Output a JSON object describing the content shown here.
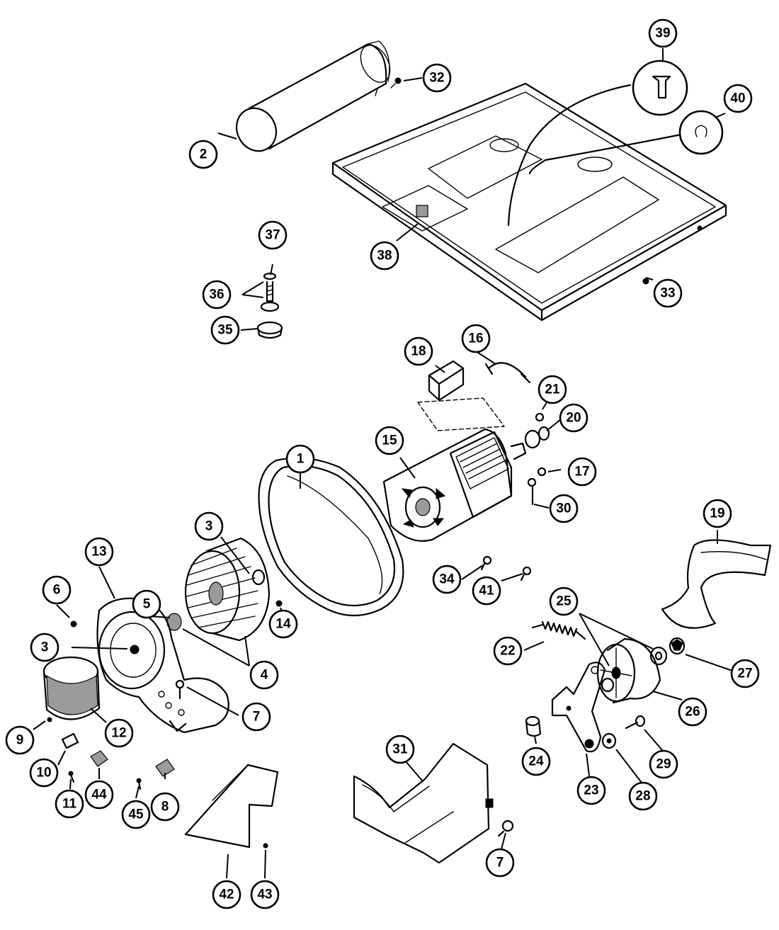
{
  "diagram": {
    "callouts": [
      {
        "label": "1"
      },
      {
        "label": "2"
      },
      {
        "label": "3"
      },
      {
        "label": "3"
      },
      {
        "label": "3"
      },
      {
        "label": "4"
      },
      {
        "label": "5"
      },
      {
        "label": "6"
      },
      {
        "label": "7"
      },
      {
        "label": "7"
      },
      {
        "label": "8"
      },
      {
        "label": "9"
      },
      {
        "label": "10"
      },
      {
        "label": "11"
      },
      {
        "label": "12"
      },
      {
        "label": "13"
      },
      {
        "label": "14"
      },
      {
        "label": "15"
      },
      {
        "label": "16"
      },
      {
        "label": "17"
      },
      {
        "label": "18"
      },
      {
        "label": "19"
      },
      {
        "label": "20"
      },
      {
        "label": "21"
      },
      {
        "label": "22"
      },
      {
        "label": "23"
      },
      {
        "label": "24"
      },
      {
        "label": "25"
      },
      {
        "label": "26"
      },
      {
        "label": "27"
      },
      {
        "label": "28"
      },
      {
        "label": "29"
      },
      {
        "label": "30"
      },
      {
        "label": "31"
      },
      {
        "label": "32"
      },
      {
        "label": "33"
      },
      {
        "label": "34"
      },
      {
        "label": "35"
      },
      {
        "label": "36"
      },
      {
        "label": "37"
      },
      {
        "label": "38"
      },
      {
        "label": "39"
      },
      {
        "label": "40"
      },
      {
        "label": "41"
      },
      {
        "label": "42"
      },
      {
        "label": "43"
      },
      {
        "label": "44"
      },
      {
        "label": "45"
      }
    ]
  }
}
